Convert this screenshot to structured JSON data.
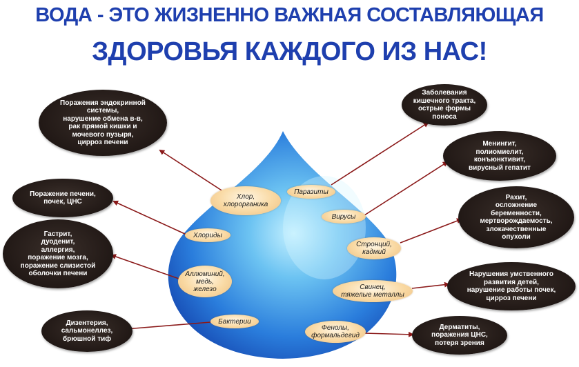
{
  "title": {
    "line1": "ВОДА - ЭТО ЖИЗНЕННО ВАЖНАЯ СОСТАВЛЯЮЩАЯ",
    "line2": "ЗДОРОВЬЯ КАЖДОГО ИЗ НАС!"
  },
  "colors": {
    "title": "#1e3fae",
    "drop_light": "#b8ecff",
    "drop_dark": "#1a58c8",
    "arrow": "#8b1a1a",
    "bubble": "#231a17",
    "pill": "#f9d9a3"
  },
  "pollutants": {
    "chlor": "Хлор,\nхлорорганика",
    "parasites": "Паразиты",
    "chlorides": "Хлориды",
    "viruses": "Вирусы",
    "metals": "Аллюминий,\nмедь,\nжелезо",
    "strontium": "Стронций,\nкадмий",
    "lead": "Свинец,\nтяжелые металлы",
    "bacteria": "Бактерии",
    "phenols": "Фенолы,\nформальдегид"
  },
  "effects": {
    "endocrine": "Поражения эндокринной\nсистемы,\nнарушение обмена в-в,\nрак прямой кишки и\nмочевого пузыря,\nцирроз печени",
    "liver_kidney": "Поражение печени,\nпочек, ЦНС",
    "gastritis": "Гастрит,\nдуоденит,\nаллергия,\nпоражение мозга,\nпоражение слизистой\nоболочки печени",
    "dysentery": "Дизентерия,\nсальмонеллез,\nбрюшной тиф",
    "intestinal": "Заболевания\nкишечного тракта,\nострые формы\nпоноса",
    "meningitis": "Менингит,\nполиомиелит,\nконъюнктивит,\nвирусный гепатит",
    "rickets": "Рахит,\nосложнение\nбеременности,\nмертворождаемость,\nзлокачественные\nопухоли",
    "mental": "Нарушения умственного\nразвития детей,\nнарушение работы почек,\nцирроз печени",
    "dermatitis": "Дерматиты,\nпоражения ЦНС,\nпотеря зрения"
  }
}
